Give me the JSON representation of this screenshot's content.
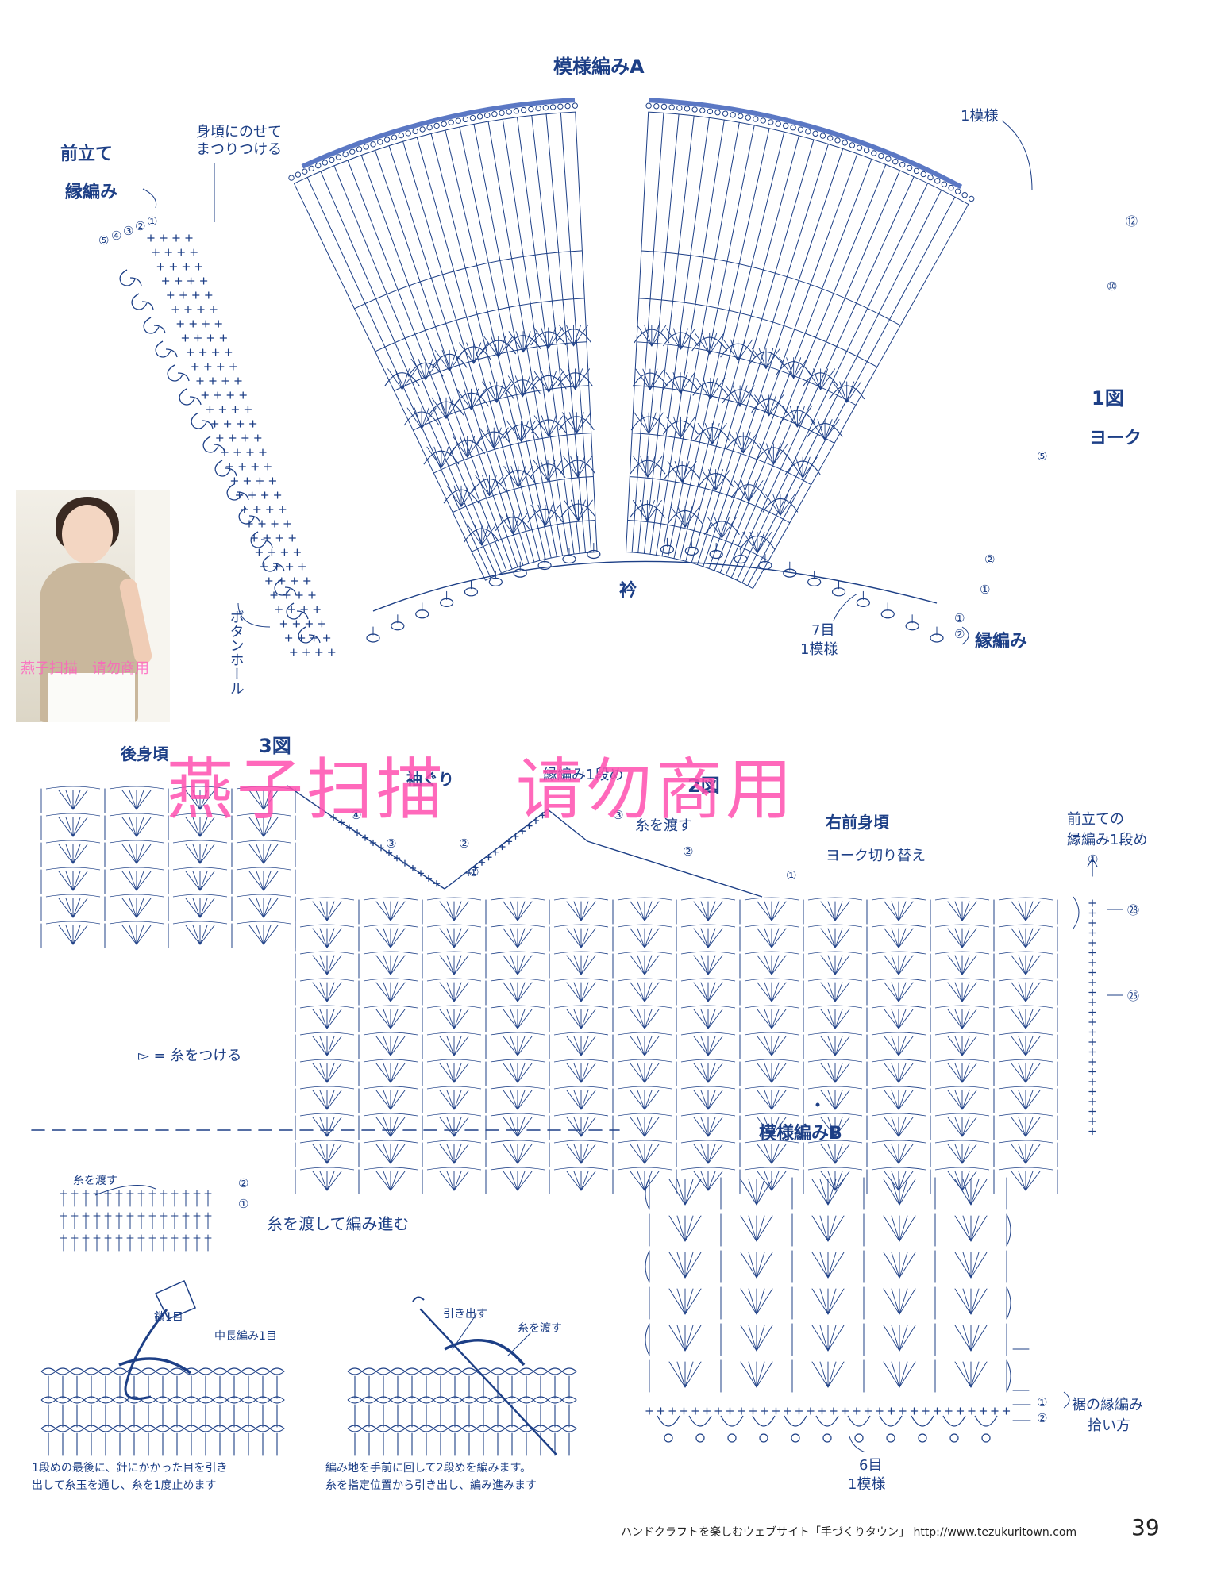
{
  "top": {
    "title_a": "模様編みA",
    "label_mae_tate": "前立て",
    "label_fuchi_left": "縁編み",
    "note_nosete": "身頃にのせて",
    "note_matsuri": "まつりつける",
    "label_pattern_repeat": "1模様",
    "label_zu1": "1図",
    "label_yoke": "ヨーク",
    "label_eri": "衿",
    "label_7me": "7目",
    "label_1moyou": "1模様",
    "label_fuchi_right": "縁編み",
    "label_button_hole": "ボタンホール",
    "row_marks_left": [
      "⑤",
      "④",
      "③",
      "②",
      "①"
    ],
    "row_marks_right": [
      "⑫",
      "⑩",
      "⑤",
      "②",
      "①",
      "①",
      "②"
    ]
  },
  "middle": {
    "label_ushiro": "後身頃",
    "label_zu3": "3図",
    "label_sodeguri": "袖ぐり",
    "label_fuchi_1dan": "縁編み1段め",
    "label_zu2": "2図",
    "label_ito_watasu": "糸を渡す",
    "label_migi_mae": "右前身頃",
    "label_yoke_kiri": "ヨーク切り替え",
    "label_mae_tate_no": "前立ての",
    "label_fuchi_1danme": "縁編み1段め",
    "legend_text": "▻ = 糸をつける",
    "row_marks_mid": [
      "④",
      "③",
      "②",
      "①",
      "③",
      "②",
      "①",
      "①",
      "㉘",
      "㉕"
    ]
  },
  "bottom": {
    "title_b": "模様編みB",
    "small_ito_watasu": "糸を渡す",
    "caption_main": "糸を渡して編み進む",
    "label_kusari": "鎖1目",
    "label_chunaga": "中長編み1目",
    "label_hikidasu": "引き出す",
    "label_ito_watasu2": "糸を渡す",
    "caption1_line1": "1段めの最後に、針にかかった目を引き",
    "caption1_line2": "出して糸玉を通し、糸を1度止めます",
    "caption2_line1": "編み地を手前に回して2段めを編みます。",
    "caption2_line2": "糸を指定位置から引き出し、編み進みます",
    "label_suso": "裾の縁編み",
    "label_hiroi": "拾い方",
    "label_6me": "6目",
    "label_1moyou_b": "1模様",
    "row_marks_small": [
      "②",
      "①"
    ],
    "row_marks_b": [
      "①",
      "②"
    ]
  },
  "watermark": "燕子扫描　请勿商用",
  "photo_watermark": "燕子扫描　请勿商用",
  "footer": "ハンドクラフトを楽しむウェブサイト「手づくりタウン」 http://www.tezukuritown.com",
  "page_number": "39",
  "colors": {
    "ink": "#1d3f86",
    "guide": "#5b78c4",
    "watermark": "#ff4fb0"
  }
}
